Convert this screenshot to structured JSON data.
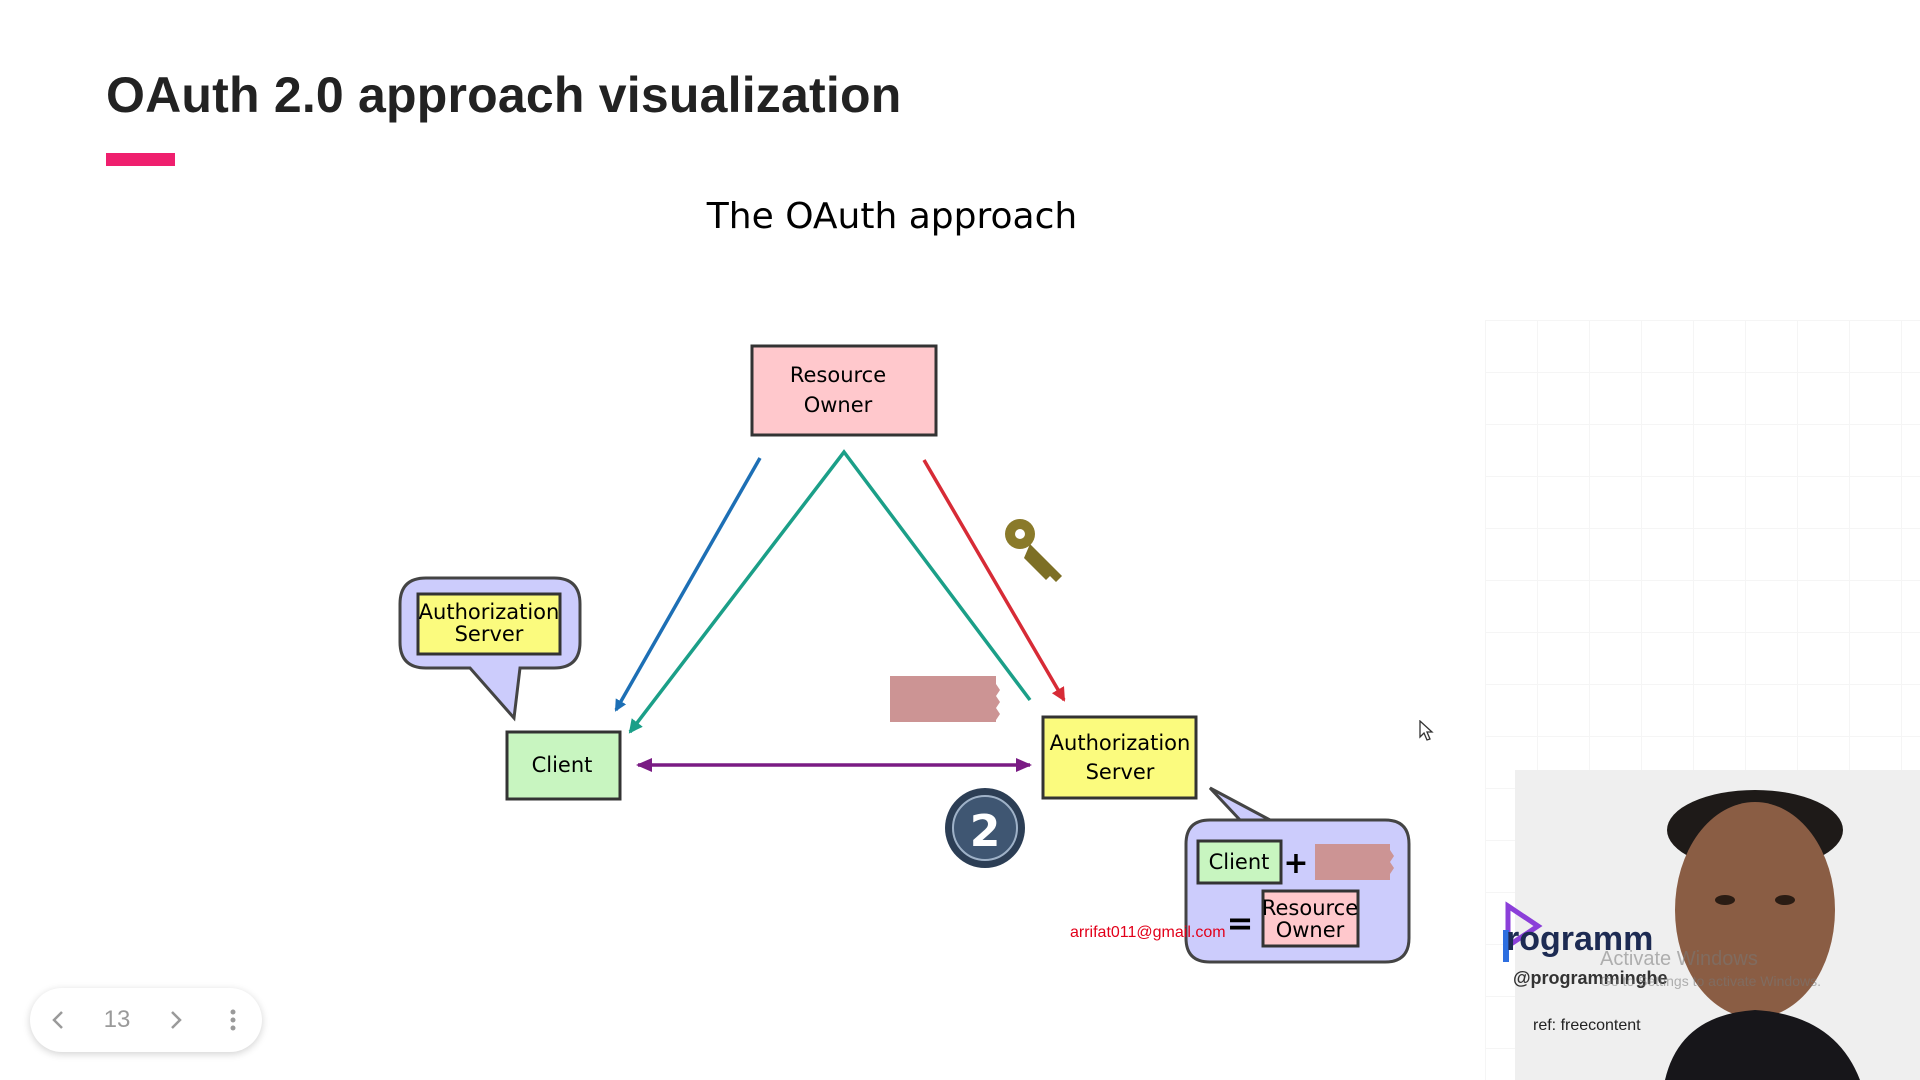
{
  "slide": {
    "title": "OAuth 2.0 approach visualization",
    "accent_color": "#ef1f6e"
  },
  "diagram": {
    "title": "The OAuth approach",
    "resource_owner": [
      "Resource",
      "Owner"
    ],
    "client": "Client",
    "authorization_server": [
      "Authorization",
      "Server"
    ],
    "left_bubble": [
      "Authorization",
      "Server"
    ],
    "right_bubble": {
      "client": "Client",
      "plus": "+",
      "equals": "=",
      "resource_owner": [
        "Resource",
        "Owner"
      ]
    },
    "oauth_badge": "2",
    "colors": {
      "resource_owner_fill": "#ffc8cc",
      "client_fill": "#c8f5c0",
      "auth_server_fill": "#fbfb7e",
      "bubble_fill": "#ccccfc",
      "token_fill": "#cc9494",
      "arrow_blue": "#1d6fb5",
      "arrow_teal": "#1b9f88",
      "arrow_red": "#d72b36",
      "arrow_purple": "#7a1b84",
      "key": "#8a7a2a"
    },
    "icons": [
      "key-icon",
      "oauth-logo-icon",
      "token-icon"
    ]
  },
  "email": "arrifat011@gmail.com",
  "pager": {
    "page": "13",
    "icons": [
      "chevron-left-icon",
      "chevron-right-icon",
      "more-vertical-icon"
    ]
  },
  "overlay": {
    "channel_name": "rogramm",
    "channel_handle": "@programminghe",
    "ref": "ref: freecontent",
    "watermark_line1": "Activate Windows",
    "watermark_line2": "Go to Settings to activate Windows."
  }
}
